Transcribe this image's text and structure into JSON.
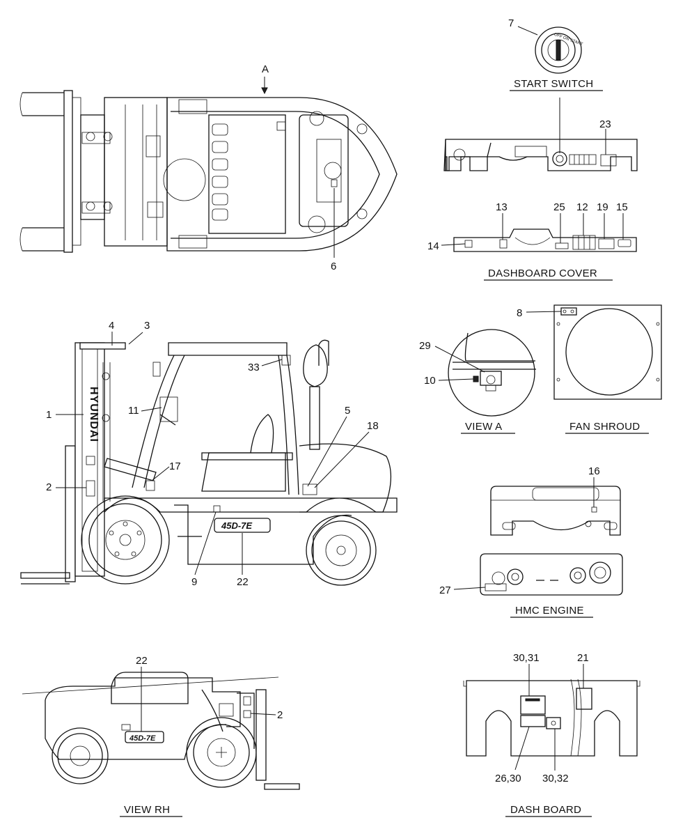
{
  "captions": {
    "start_switch": "START SWITCH",
    "dashboard_cover": "DASHBOARD COVER",
    "view_a": "VIEW  A",
    "fan_shroud": "FAN SHROUD",
    "hmc_engine": "HMC ENGINE",
    "view_rh": "VIEW  RH",
    "dash_board": "DASH BOARD"
  },
  "view_marker": "A",
  "key_switch_text": "OFF ON START",
  "mast_brand": "HYUNDAI",
  "model_decal": "45D-7E",
  "callouts": {
    "c1": "1",
    "c2": "2",
    "c2b": "2",
    "c3": "3",
    "c4": "4",
    "c5": "5",
    "c6": "6",
    "c7": "7",
    "c8": "8",
    "c9": "9",
    "c10": "10",
    "c11": "11",
    "c12": "12",
    "c13": "13",
    "c14": "14",
    "c15": "15",
    "c16": "16",
    "c17": "17",
    "c18": "18",
    "c19": "19",
    "c21": "21",
    "c22": "22",
    "c22b": "22",
    "c23": "23",
    "c25": "25",
    "c26_30": "26,30",
    "c27": "27",
    "c29": "29",
    "c30_31": "30,31",
    "c30_32": "30,32",
    "c33": "33"
  }
}
